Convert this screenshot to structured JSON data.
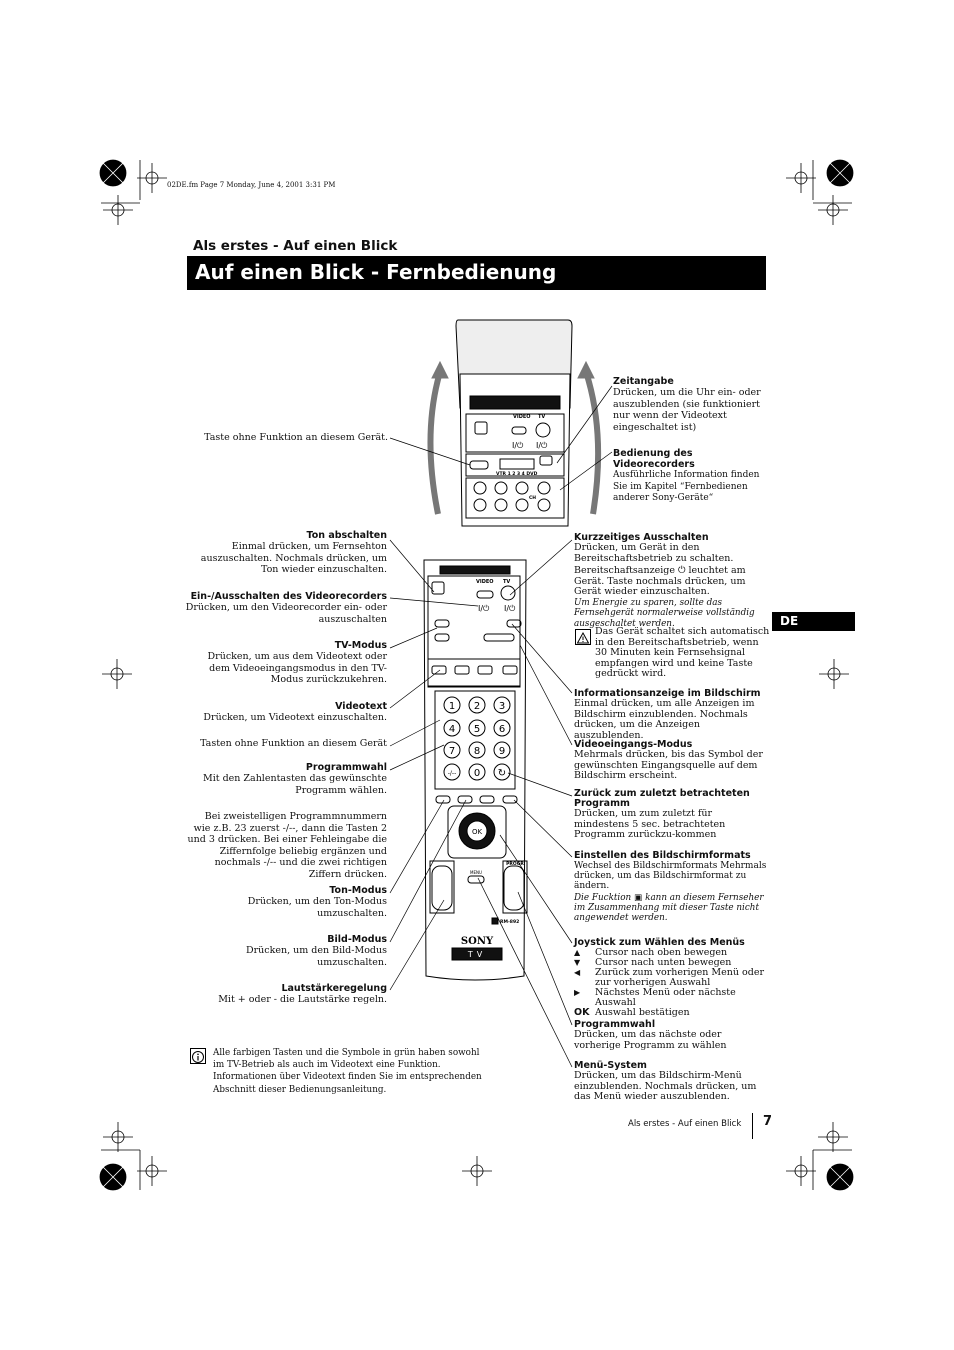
{
  "header_line": "02DE.fm  Page 7  Monday, June 4, 2001  3:31 PM",
  "section_title": "Als erstes - Auf einen Blick",
  "page_title": "Auf einen Blick - Fernbedienung",
  "language_tab": "DE",
  "footer": {
    "section": "Als erstes - Auf einen Blick",
    "page": "7"
  },
  "top_remote": {
    "left_annotation": "Taste ohne Funktion an diesem Gerät.",
    "labels": {
      "video": "VIDEO",
      "tv": "TV",
      "power_video": "I/⏻",
      "power_tv": "I/⏻",
      "selector": "VTR 1 2 3 4 DVD",
      "ch": "CH"
    },
    "right": [
      {
        "label": "Zeitangabe",
        "text": "Drücken, um die Uhr ein- oder auszublenden (sie funktioniert nur wenn der Videotext eingeschaltet ist)"
      },
      {
        "label": "Bedienung des Videorecorders",
        "text": "Ausführliche Information finden Sie im Kapitel “Fernbedienen anderer Sony-Geräte“"
      }
    ]
  },
  "remote": {
    "labels": {
      "video": "VIDEO",
      "tv": "TV",
      "power_video": "I/⏻",
      "power_tv": "I/⏻",
      "ok": "OK",
      "menu": "MENU",
      "progr": "PROGR",
      "model": "RM-892",
      "brand": "SONY",
      "tv_badge": "TV"
    },
    "digits": [
      "1",
      "2",
      "3",
      "4",
      "5",
      "6",
      "7",
      "8",
      "9",
      "-/--",
      "0",
      "↻"
    ]
  },
  "left_items": [
    {
      "label": "Ton abschalten",
      "text": "Einmal drücken, um Fernsehton auszuschalten. Nochmals drücken, um Ton wieder einzuschalten."
    },
    {
      "label": "Ein-/Ausschalten des Videorecorders",
      "text": "Drücken, um den Videorecorder ein- oder auszuschalten"
    },
    {
      "label": "TV-Modus",
      "text": "Drücken, um aus dem Videotext oder dem Videoeingangsmodus in den TV-Modus zurückzukehren."
    },
    {
      "label": "Videotext",
      "text": "Drücken, um Videotext einzuschalten."
    },
    {
      "label": "",
      "text": "Tasten ohne Funktion an diesem Gerät"
    },
    {
      "label": "Programmwahl",
      "text": "Mit den Zahlentasten das gewünschte Programm wählen."
    },
    {
      "label": "",
      "text": "Bei zweistelligen Programmnummern wie z.B. 23 zuerst -/--, dann die Tasten 2 und 3 drücken. Bei einer Fehleingabe die Ziffernfolge beliebig ergänzen und nochmals -/-- und die zwei richtigen Ziffern drücken."
    },
    {
      "label": "Ton-Modus",
      "text": "Drücken, um den Ton-Modus umzuschalten."
    },
    {
      "label": "Bild-Modus",
      "text": "Drücken, um den Bild-Modus umzuschalten."
    },
    {
      "label": "Lautstärkeregelung",
      "text": "Mit + oder - die Lautstärke regeln."
    }
  ],
  "right_items": {
    "standby": {
      "label": "Kurzzeitiges Ausschalten",
      "text1": "Drücken, um Gerät in den Bereitschaftsbetrieb zu schalten.",
      "text2": "Bereitschaftsanzeige ⏻ leuchtet am Gerät. Taste nochmals drücken, um Gerät wieder einzuschalten.",
      "italic": "Um Energie zu sparen, sollte das Fernsehgerät normalerweise vollständig ausgeschaltet werden.",
      "warning": "Das Gerät schaltet sich automatisch in den Bereitschaftsbetrieb, wenn  30 Minuten kein Fernsehsignal empfangen wird und keine Taste gedrückt wird."
    },
    "info": {
      "label": "Informationsanzeige im Bildschirm",
      "text": "Einmal drücken, um alle Anzeigen im Bildschirm einzublenden. Nochmals drücken, um die Anzeigen auszublenden."
    },
    "input": {
      "label": "Videoeingangs-Modus",
      "text": "Mehrmals drücken, bis das Symbol der gewünschten Eingangsquelle auf dem Bildschirm erscheint."
    },
    "last": {
      "label": "Zurück zum zuletzt betrachteten Programm",
      "text": "Drücken, um zum zuletzt für mindestens 5 sec. betrachteten Programm zurückzu-kommen"
    },
    "format": {
      "label": "Einstellen des Bildschirmformats",
      "text": "Wechsel des Bildschirmformats Mehrmals drücken, um das Bildschirmformat zu ändern.",
      "italic": "Die Fucktion ▣ kann an diesem Fernseher im Zusammenhang mit dieser Taste nicht angewendet werden."
    },
    "joystick": {
      "label": "Joystick zum Wählen des Menüs",
      "rows": [
        {
          "sym": "▲",
          "text": "Cursor nach oben bewegen"
        },
        {
          "sym": "▼",
          "text": "Cursor nach unten bewegen"
        },
        {
          "sym": "◀",
          "text": "Zurück zum vorherigen Menü oder zur vorherigen Auswahl"
        },
        {
          "sym": "▶",
          "text": "Nächstes Menü oder nächste Auswahl"
        },
        {
          "sym": "OK",
          "text": "Auswahl bestätigen"
        }
      ]
    },
    "progr": {
      "label": "Programmwahl",
      "text": "Drücken, um das nächste oder vorherige Programm zu wählen"
    },
    "menu": {
      "label": "Menü-System",
      "text": "Drücken, um das Bildschirm-Menü einzublenden. Nochmals drücken, um das Menü wieder auszublenden."
    }
  },
  "note": "Alle farbigen Tasten und die Symbole in grün haben sowohl im TV-Betrieb als auch im Videotext eine  Funktion. Informationen über Videotext finden Sie im entsprechenden Abschnitt dieser Bedienungsanleitung."
}
